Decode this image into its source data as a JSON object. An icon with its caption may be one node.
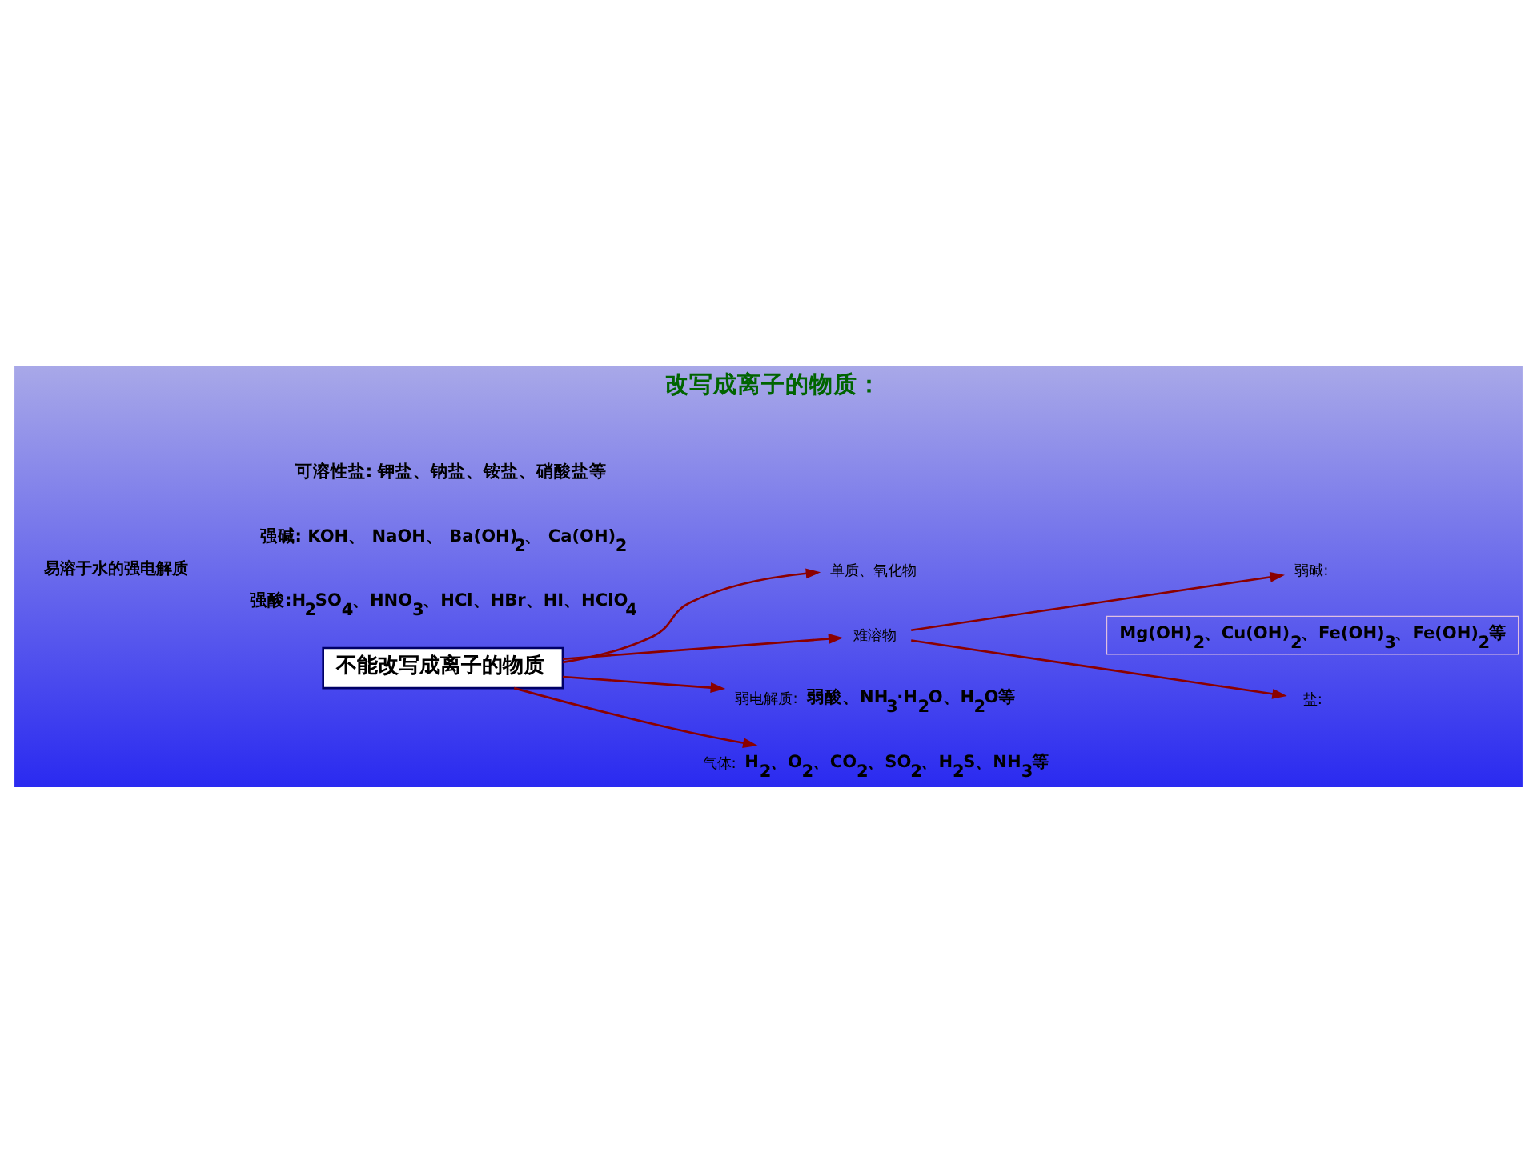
{
  "diagram": {
    "title": "改写成离子的物质：",
    "nodes": [
      {
        "text": [
          "不能改写成离子的物质"
        ]
      },
      {
        "text": [
          "单质、氧化物"
        ]
      },
      {
        "text": [
          "难溶物"
        ]
      },
      {
        "text": [
          "弱碱:"
        ]
      },
      {
        "text": [
          "盐:"
        ]
      },
      {
        "text": [
          "弱电解质:"
        ],
        "beside": [
          "弱酸、NH$_{3}$·H$_{2}$O、H$_{2}$O等"
        ]
      },
      {
        "text": [
          "气体:"
        ],
        "beside": [
          "H$_{2}$、O$_{2}$、CO$_{2}$、SO$_{2}$、H$_{2}$S、NH$_{3}$等"
        ]
      },
      {
        "text": [
          "Mg(OH)$_{2}$、Cu(OH)$_{2}$、Fe(OH)$_{3}$、Fe(OH)$_{2}$等"
        ]
      }
    ],
    "edges": [
      {
        "from": 0,
        "to": 1,
        "arrow": "to"
      },
      {
        "from": 0,
        "to": 2,
        "arrow": "to"
      },
      {
        "from": 0,
        "to": 5,
        "arrow": "to"
      },
      {
        "from": 0,
        "to": 6,
        "arrow": "to"
      },
      {
        "from": 2,
        "to": 3,
        "arrow": "to"
      },
      {
        "from": 2,
        "to": 4,
        "arrow": "to"
      }
    ],
    "labels": [
      "易溶于水的强电解质",
      "强酸:H$_{2}$SO$_{4}$、HNO$_{3}$、HCl、HBr、HI、HClO$_{4}$",
      "强碱: KOH、 NaOH、 Ba(OH)$_{2}$、 Ca(OH)$_{2}$",
      "可溶性盐: 钾盐、钠盐、铵盐、硝酸盐等"
    ]
  }
}
